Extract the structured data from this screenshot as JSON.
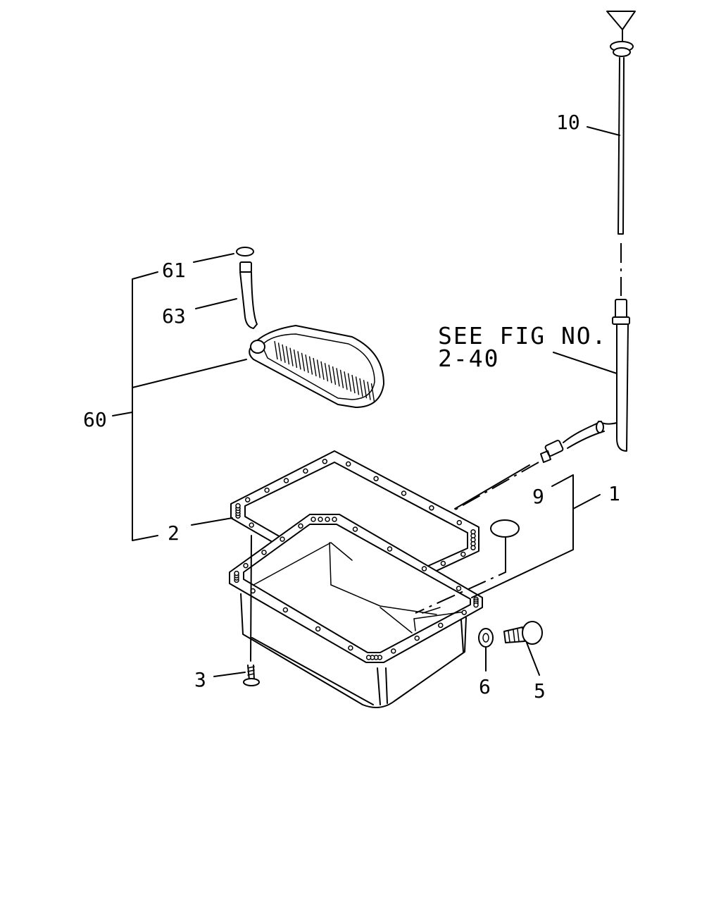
{
  "callouts": {
    "c1": "1",
    "c2": "2",
    "c3": "3",
    "c5": "5",
    "c6": "6",
    "c9": "9",
    "c10": "10",
    "c60": "60",
    "c61": "61",
    "c63": "63"
  },
  "reference_note": {
    "line1": "SEE FIG NO.",
    "line2": "2-40"
  }
}
